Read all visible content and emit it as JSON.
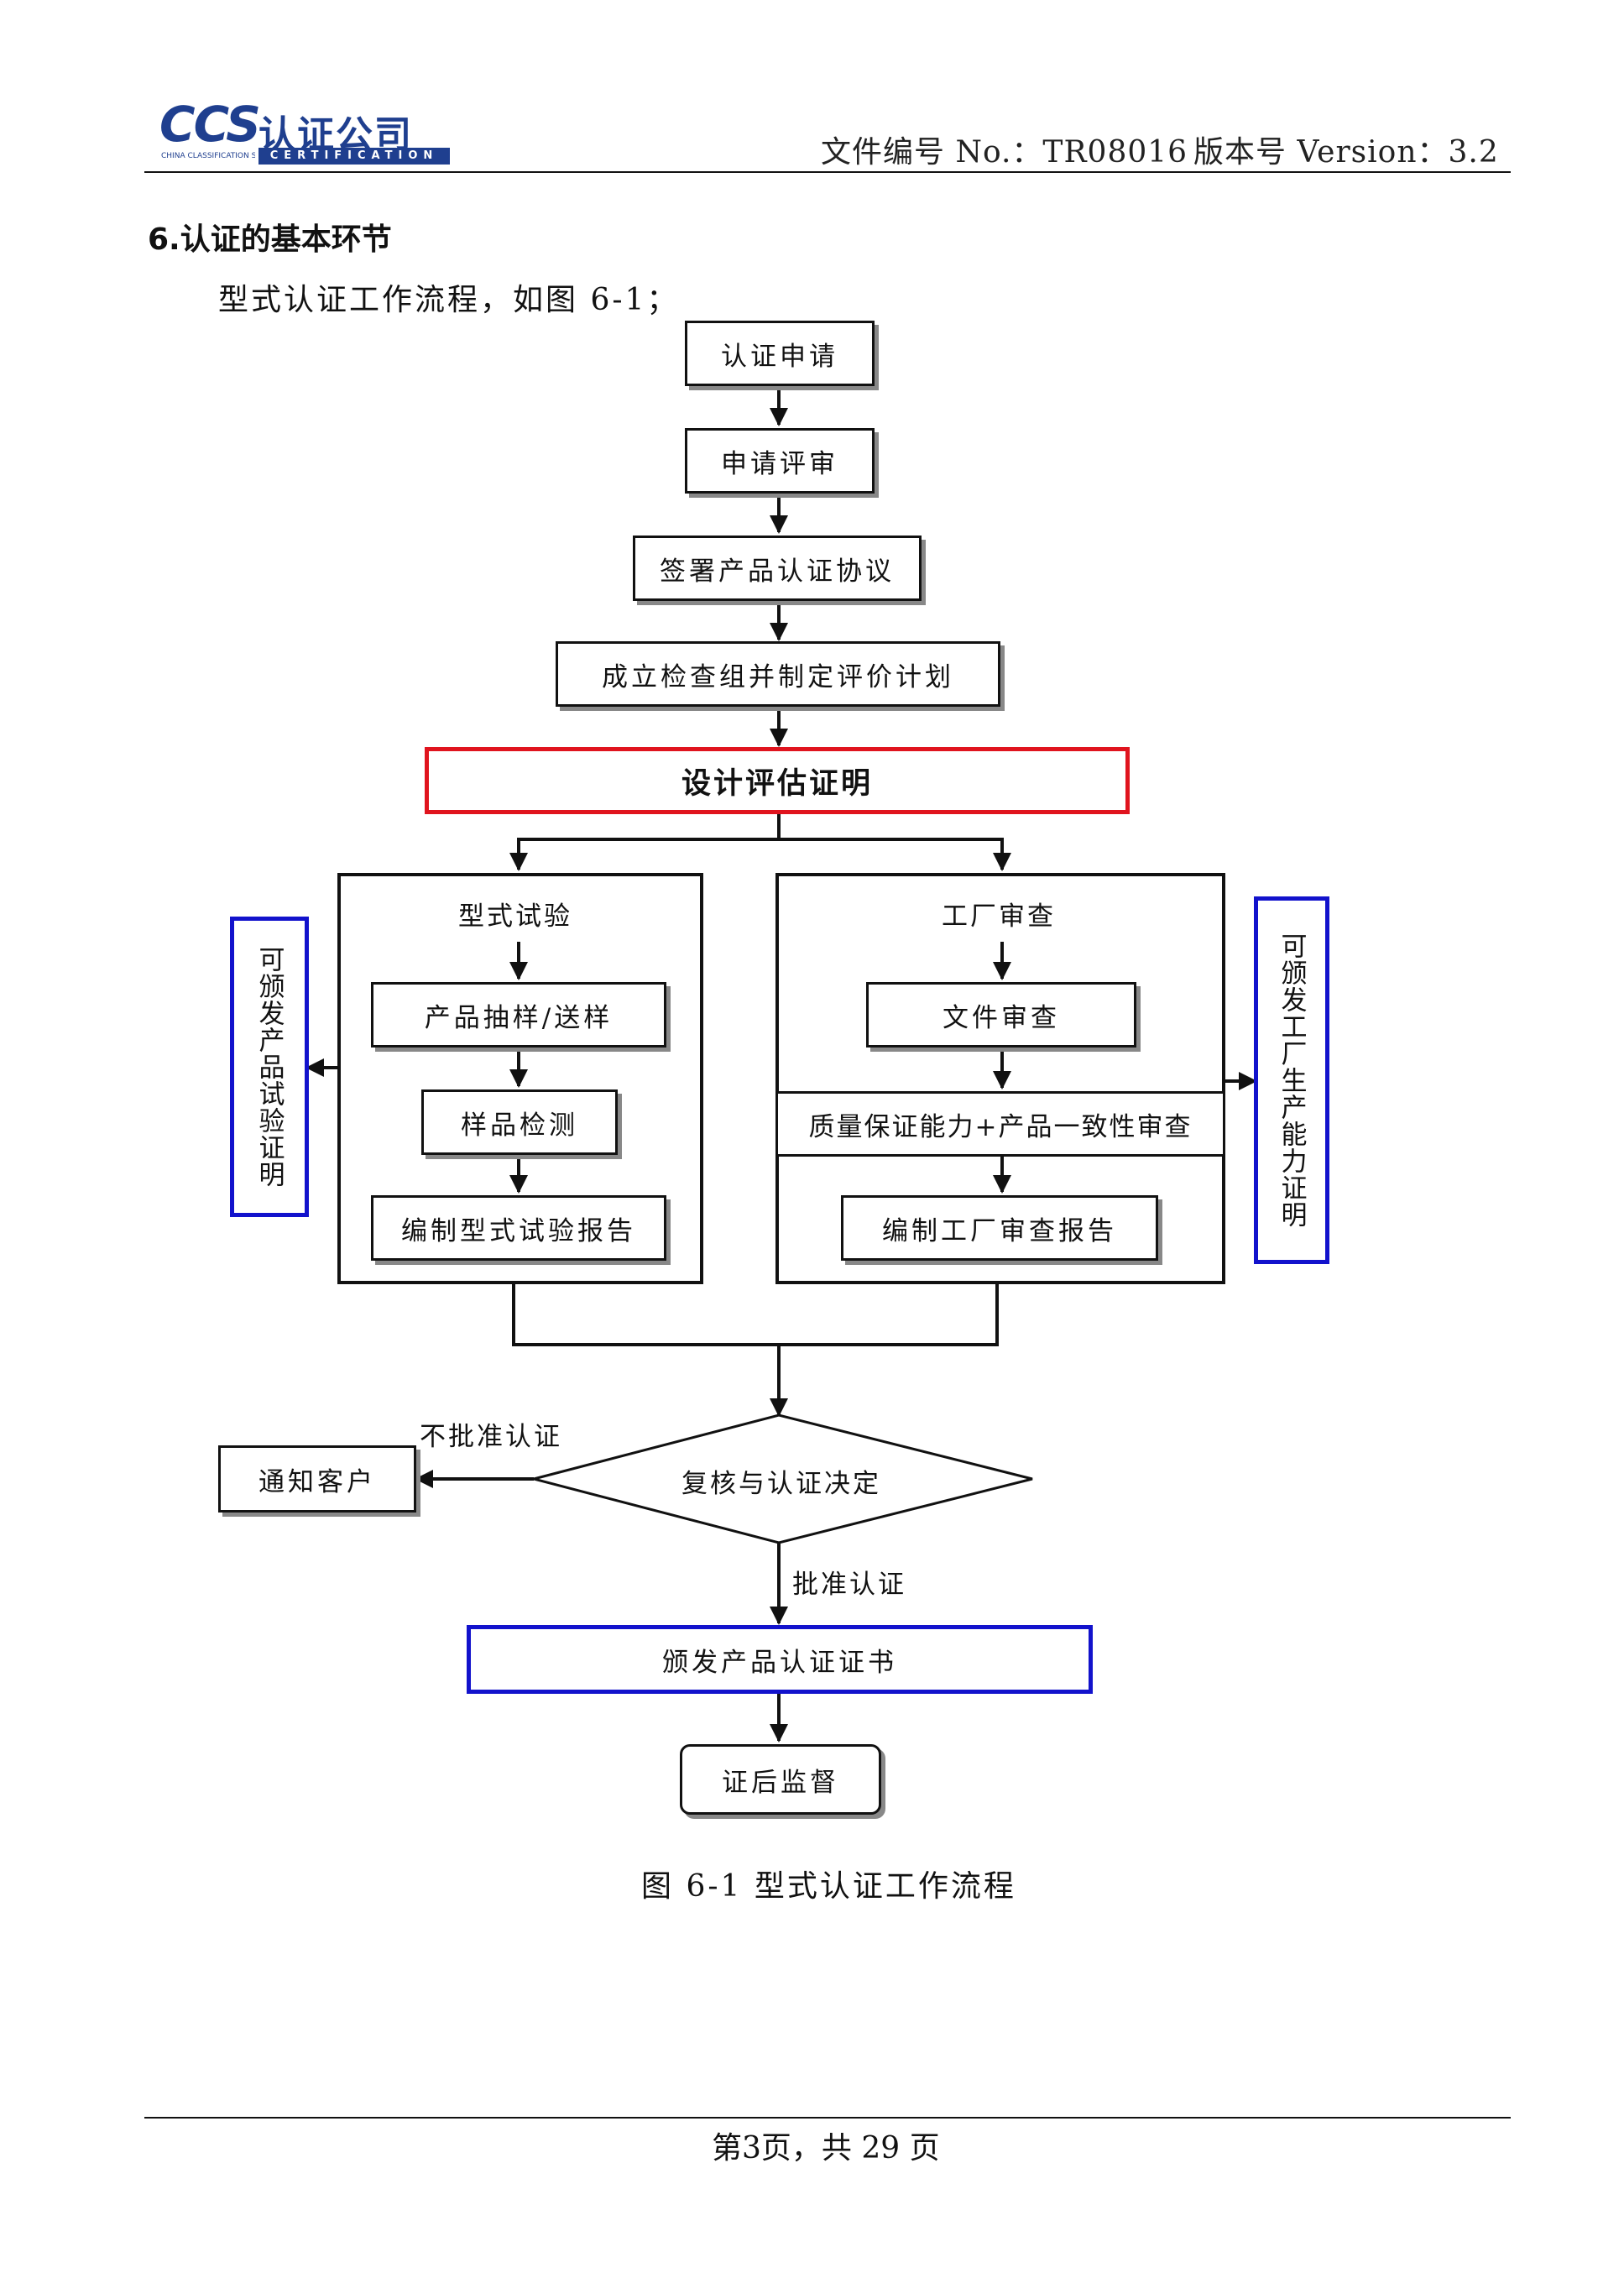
{
  "header": {
    "logo_ccs": "CCS",
    "logo_cn": "认证公司",
    "logo_small": "CHINA CLASSIFICATION SOCIETY 中国船级社",
    "logo_bar": "CERTIFICATION",
    "doc_number": "文件编号 No.：TR08016",
    "version": "版本号 Version：3.2"
  },
  "section": {
    "heading": "6.认证的基本环节",
    "intro": "型式认证工作流程，如图 6-1；"
  },
  "flow": {
    "apply": "认证申请",
    "review": "申请评审",
    "sign": "签署产品认证协议",
    "team": "成立检查组并制定评价计划",
    "design": "设计评估证明",
    "left_group": {
      "title": "型式试验",
      "step1": "产品抽样/送样",
      "step2": "样品检测",
      "step3": "编制型式试验报告"
    },
    "right_group": {
      "title": "工厂审查",
      "step1": "文件审查",
      "step2": "质量保证能力+产品一致性审查",
      "step3": "编制工厂审查报告"
    },
    "side_left": "可颁发产品试验证明",
    "side_right": "可颁发工厂生产能力证明",
    "decision": "复核与认证决定",
    "reject_label": "不批准认证",
    "notify": "通知客户",
    "approve_label": "批准认证",
    "issue": "颁发产品认证证书",
    "supervise": "证后监督"
  },
  "caption": "图 6-1 型式认证工作流程",
  "footer": "第3页，共 29 页",
  "colors": {
    "highlight_red": "#e0141e",
    "highlight_blue": "#1212cc",
    "logo_blue": "#1f3f8f"
  }
}
